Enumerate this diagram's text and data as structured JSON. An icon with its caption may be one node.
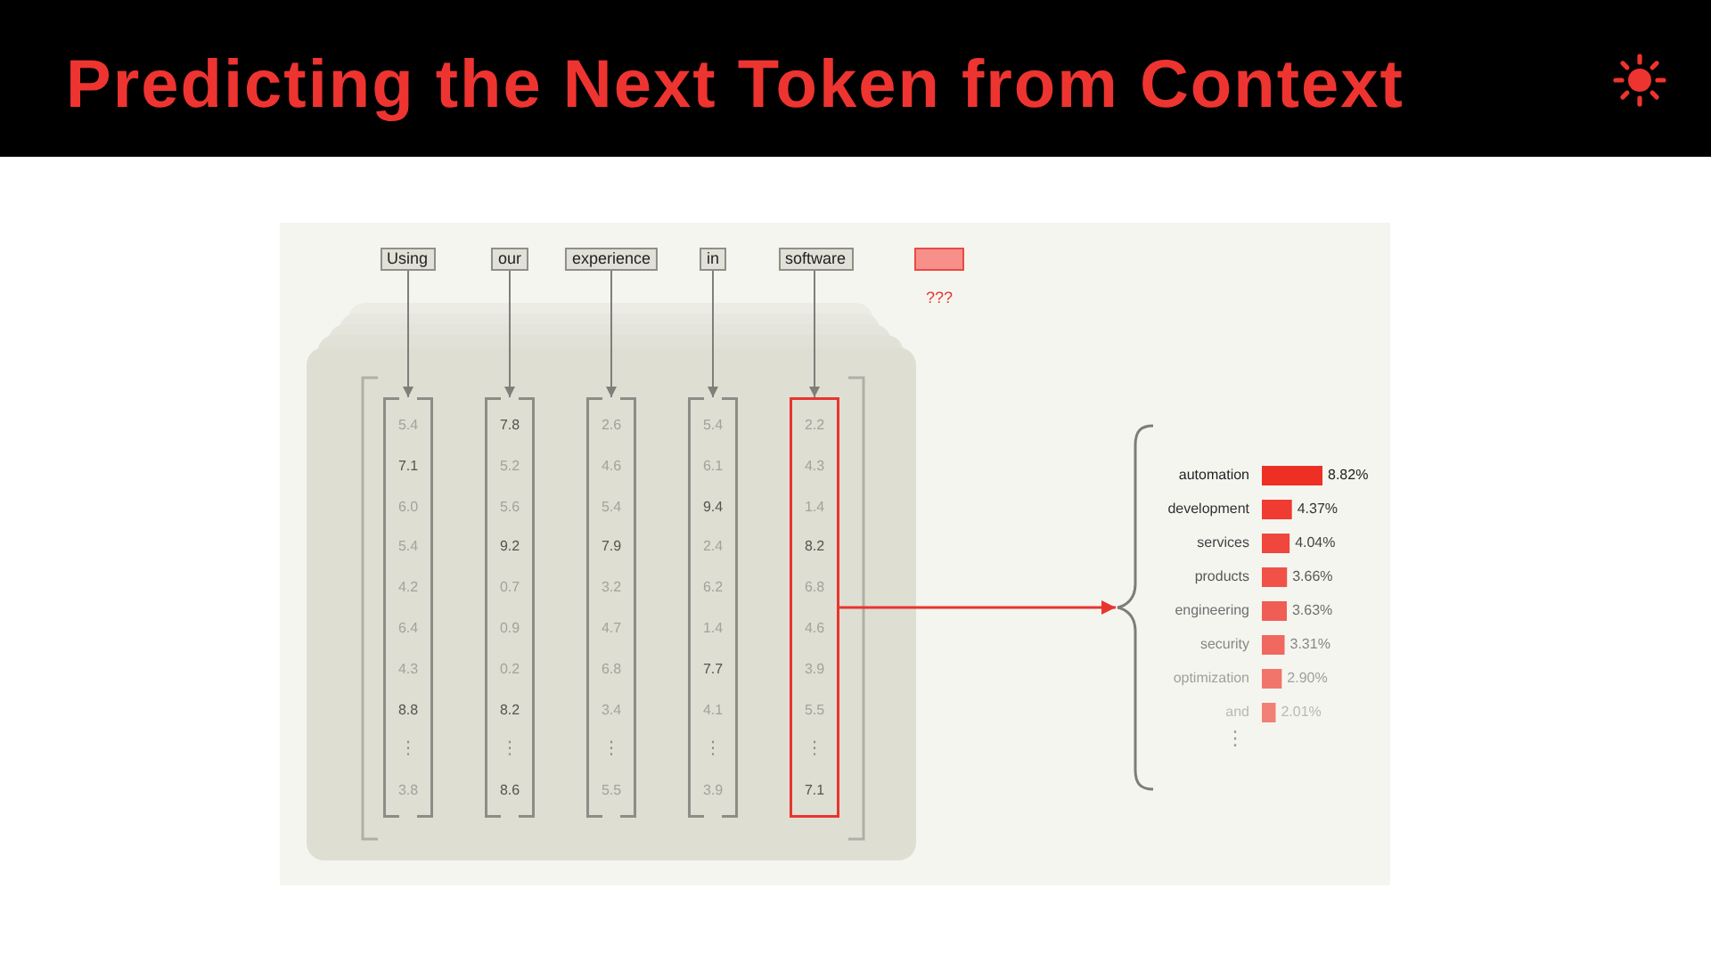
{
  "diagram": {
    "title": "Predicting the Next Token from Context",
    "nodes": [
      {
        "text": [
          "Using"
        ]
      },
      {
        "text": [
          "our"
        ]
      },
      {
        "text": [
          "experience"
        ]
      },
      {
        "text": [
          "in"
        ]
      },
      {
        "text": [
          "software"
        ]
      },
      {
        "text": [],
        "shape": "box",
        "beside": [
          "???"
        ]
      },
      {
        "text": [
          "5.4",
          "7.1",
          "6.0",
          "5.4",
          "4.2",
          "6.4",
          "4.3",
          "8.8",
          "⋮",
          "3.8"
        ]
      },
      {
        "text": [
          "7.8",
          "5.2",
          "5.6",
          "9.2",
          "0.7",
          "0.9",
          "0.2",
          "8.2",
          "⋮",
          "8.6"
        ]
      },
      {
        "text": [
          "2.6",
          "4.6",
          "5.4",
          "7.9",
          "3.2",
          "4.7",
          "6.8",
          "3.4",
          "⋮",
          "5.5"
        ]
      },
      {
        "text": [
          "5.4",
          "6.1",
          "9.4",
          "2.4",
          "6.2",
          "1.4",
          "7.7",
          "4.1",
          "⋮",
          "3.9"
        ]
      },
      {
        "text": [
          "2.2",
          "4.3",
          "1.4",
          "8.2",
          "6.8",
          "4.6",
          "3.9",
          "5.5",
          "⋮",
          "7.1"
        ]
      },
      {
        "text": [],
        "shape": "brace"
      }
    ],
    "edges": [
      {
        "from": 0,
        "to": 6,
        "arrow": "to"
      },
      {
        "from": 1,
        "to": 7,
        "arrow": "to"
      },
      {
        "from": 2,
        "to": 8,
        "arrow": "to"
      },
      {
        "from": 3,
        "to": 9,
        "arrow": "to"
      },
      {
        "from": 4,
        "to": 10,
        "arrow": "to"
      },
      {
        "from": 10,
        "to": 11,
        "arrow": "to",
        "color": "#e8352e"
      }
    ],
    "labels": [
      "⋮"
    ],
    "chart_data": {
      "type": "bar",
      "orientation": "horizontal",
      "categories": [
        "automation",
        "development",
        "services",
        "products",
        "engineering",
        "security",
        "optimization",
        "and"
      ],
      "series": [
        {
          "color": "#ee2f24",
          "values": [
            8.82,
            4.37,
            4.04,
            3.66,
            3.63,
            3.31,
            2.9,
            2.01
          ],
          "value_labels": [
            "8.82%",
            "4.37%",
            "4.04%",
            "3.66%",
            "3.63%",
            "3.31%",
            "2.90%",
            "2.01%"
          ]
        }
      ],
      "data_labels": true
    }
  }
}
